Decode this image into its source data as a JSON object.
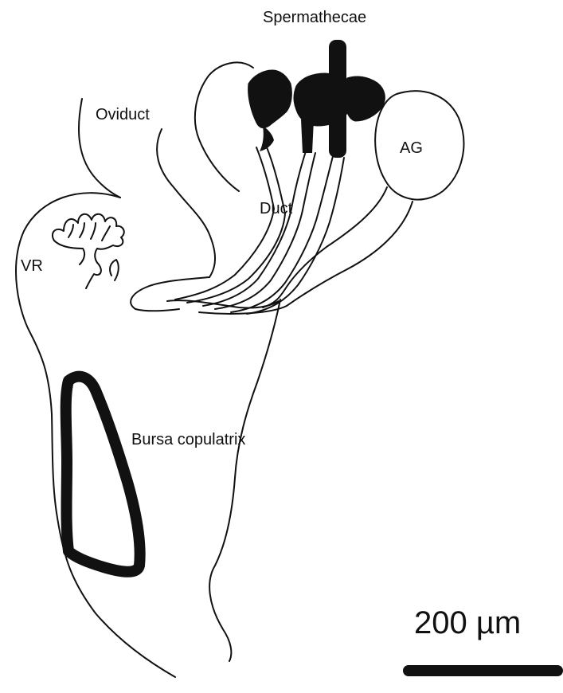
{
  "labels": {
    "spermathecae": "Spermathecae",
    "oviduct": "Oviduct",
    "ag": "AG",
    "duct": "Duct",
    "vr": "VR",
    "bursa": "Bursa copulatrix"
  },
  "scale_bar": {
    "label": "200 µm",
    "length_um": 200
  },
  "colors": {
    "ink": "#111111",
    "background": "#ffffff"
  }
}
